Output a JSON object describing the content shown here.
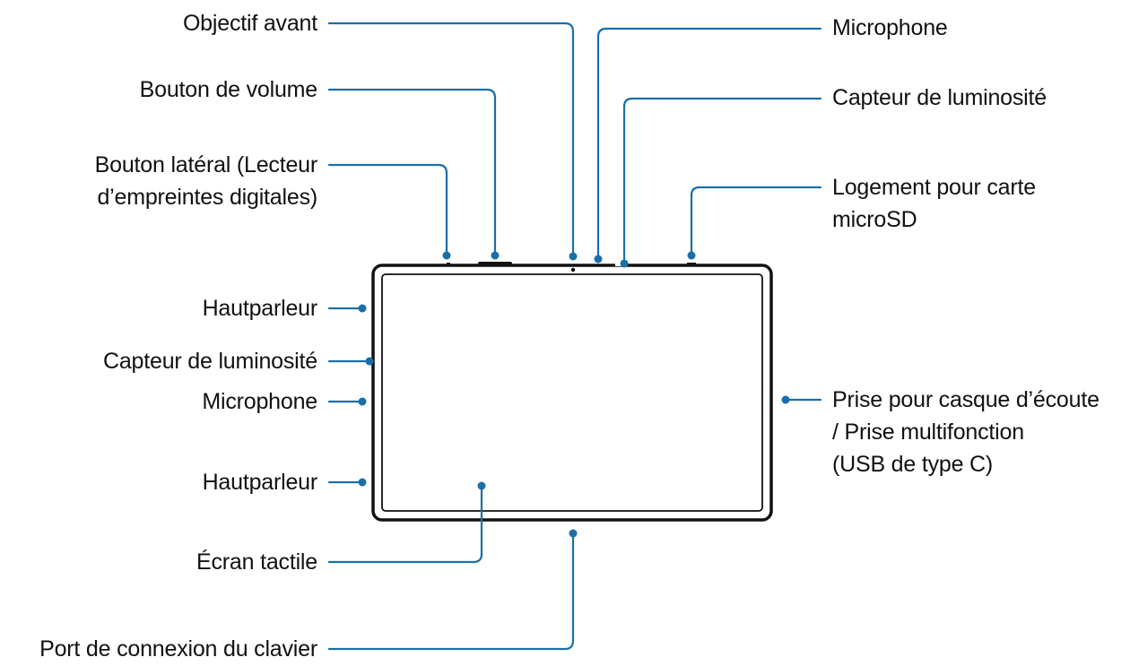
{
  "accent_color": "#1a6fa8",
  "device_color": "#111111",
  "labels": {
    "objectif_avant": "Objectif avant",
    "bouton_volume": "Bouton de volume",
    "bouton_lateral_1": "Bouton latéral (Lecteur",
    "bouton_lateral_2": "d’empreintes digitales)",
    "hautparleur_haut": "Hautparleur",
    "capteur_gauche": "Capteur de luminosité",
    "microphone_gauche": "Microphone",
    "hautparleur_bas": "Hautparleur",
    "ecran_tactile": "Écran tactile",
    "port_clavier": "Port de connexion du clavier",
    "microphone_haut": "Microphone",
    "capteur_haut": "Capteur de luminosité",
    "logement_1": "Logement pour carte",
    "logement_2": "microSD",
    "prise_1": "Prise pour casque d’écoute",
    "prise_2": "/ Prise multifonction",
    "prise_3": "(USB de type C)"
  }
}
